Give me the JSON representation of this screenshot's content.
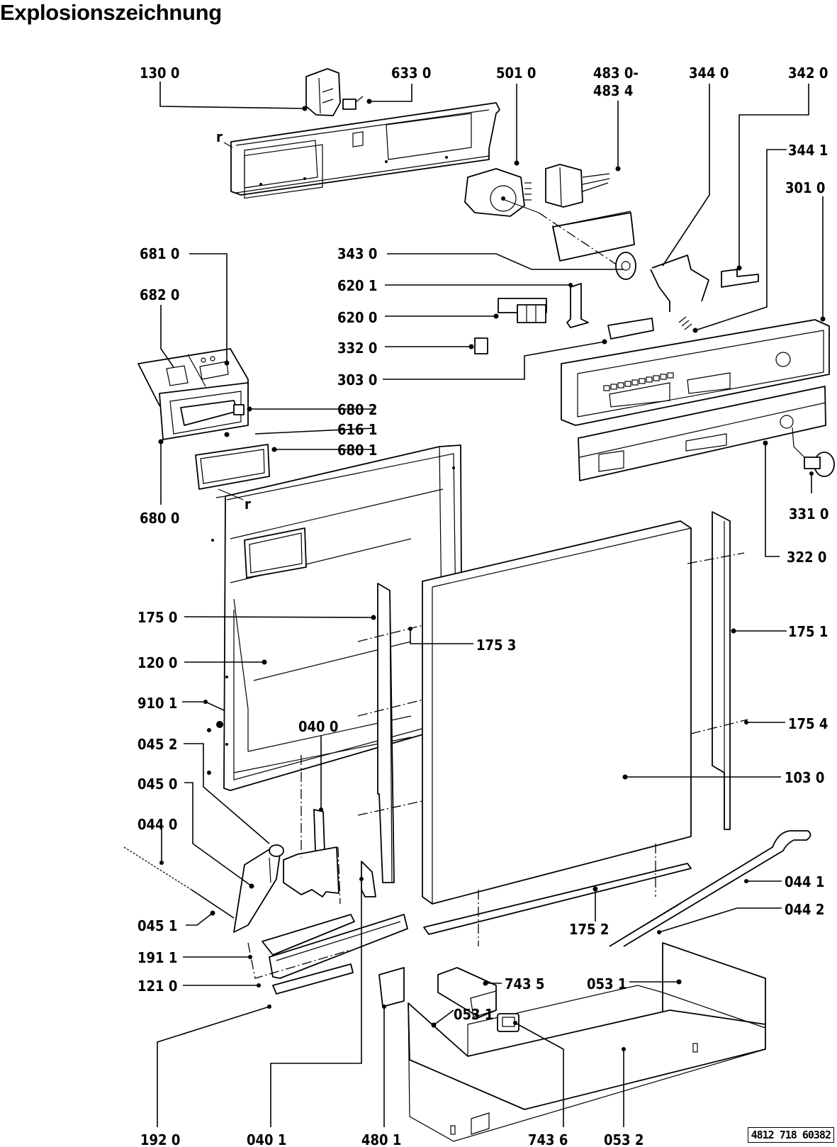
{
  "title": "Explosionszeichnung",
  "document_number": "4812 718 60382",
  "callouts": [
    {
      "id": "130-0",
      "text": "130  0"
    },
    {
      "id": "633-0",
      "text": "633  0"
    },
    {
      "id": "501-0",
      "text": "501 0"
    },
    {
      "id": "483-0",
      "text": "483  0-"
    },
    {
      "id": "483-4",
      "text": "483  4"
    },
    {
      "id": "344-0",
      "text": "344  0"
    },
    {
      "id": "342-0",
      "text": "342  0"
    },
    {
      "id": "344-1",
      "text": "344  1"
    },
    {
      "id": "301-0",
      "text": "301  0"
    },
    {
      "id": "681-0",
      "text": "681  0"
    },
    {
      "id": "682-0",
      "text": "682  0"
    },
    {
      "id": "343-0",
      "text": "343  0"
    },
    {
      "id": "620-1",
      "text": "620  1"
    },
    {
      "id": "620-0",
      "text": "620  0"
    },
    {
      "id": "332-0",
      "text": "332  0"
    },
    {
      "id": "303-0",
      "text": "303  0"
    },
    {
      "id": "680-2",
      "text": "680  2"
    },
    {
      "id": "616-1",
      "text": "616  1"
    },
    {
      "id": "680-1",
      "text": "680  1"
    },
    {
      "id": "680-0",
      "text": "680  0"
    },
    {
      "id": "331-0",
      "text": "331  0"
    },
    {
      "id": "322-0",
      "text": "322  0"
    },
    {
      "id": "175-0",
      "text": "175  0"
    },
    {
      "id": "175-3",
      "text": "175  3"
    },
    {
      "id": "175-1",
      "text": "175  1"
    },
    {
      "id": "120-0",
      "text": "120  0"
    },
    {
      "id": "910-1",
      "text": "910  1"
    },
    {
      "id": "040-0",
      "text": "040  0"
    },
    {
      "id": "175-4",
      "text": "175  4"
    },
    {
      "id": "045-2",
      "text": "045  2"
    },
    {
      "id": "103-0",
      "text": "103  0"
    },
    {
      "id": "045-0",
      "text": "045  0"
    },
    {
      "id": "044-0",
      "text": "044  0"
    },
    {
      "id": "044-1",
      "text": "044  1"
    },
    {
      "id": "044-2",
      "text": "044  2"
    },
    {
      "id": "045-1",
      "text": "045  1"
    },
    {
      "id": "175-2",
      "text": "175  2"
    },
    {
      "id": "191-1",
      "text": "191 1"
    },
    {
      "id": "743-5",
      "text": "743  5"
    },
    {
      "id": "053-1a",
      "text": "053  1"
    },
    {
      "id": "121-0",
      "text": "121  0"
    },
    {
      "id": "053-1b",
      "text": "053  1"
    },
    {
      "id": "192-0",
      "text": "192  0"
    },
    {
      "id": "040-1",
      "text": "040  1"
    },
    {
      "id": "480-1",
      "text": "480  1"
    },
    {
      "id": "743-6",
      "text": "743  6"
    },
    {
      "id": "053-2",
      "text": "053  2"
    }
  ],
  "markers": {
    "r_top": "r",
    "r_left": "r"
  }
}
